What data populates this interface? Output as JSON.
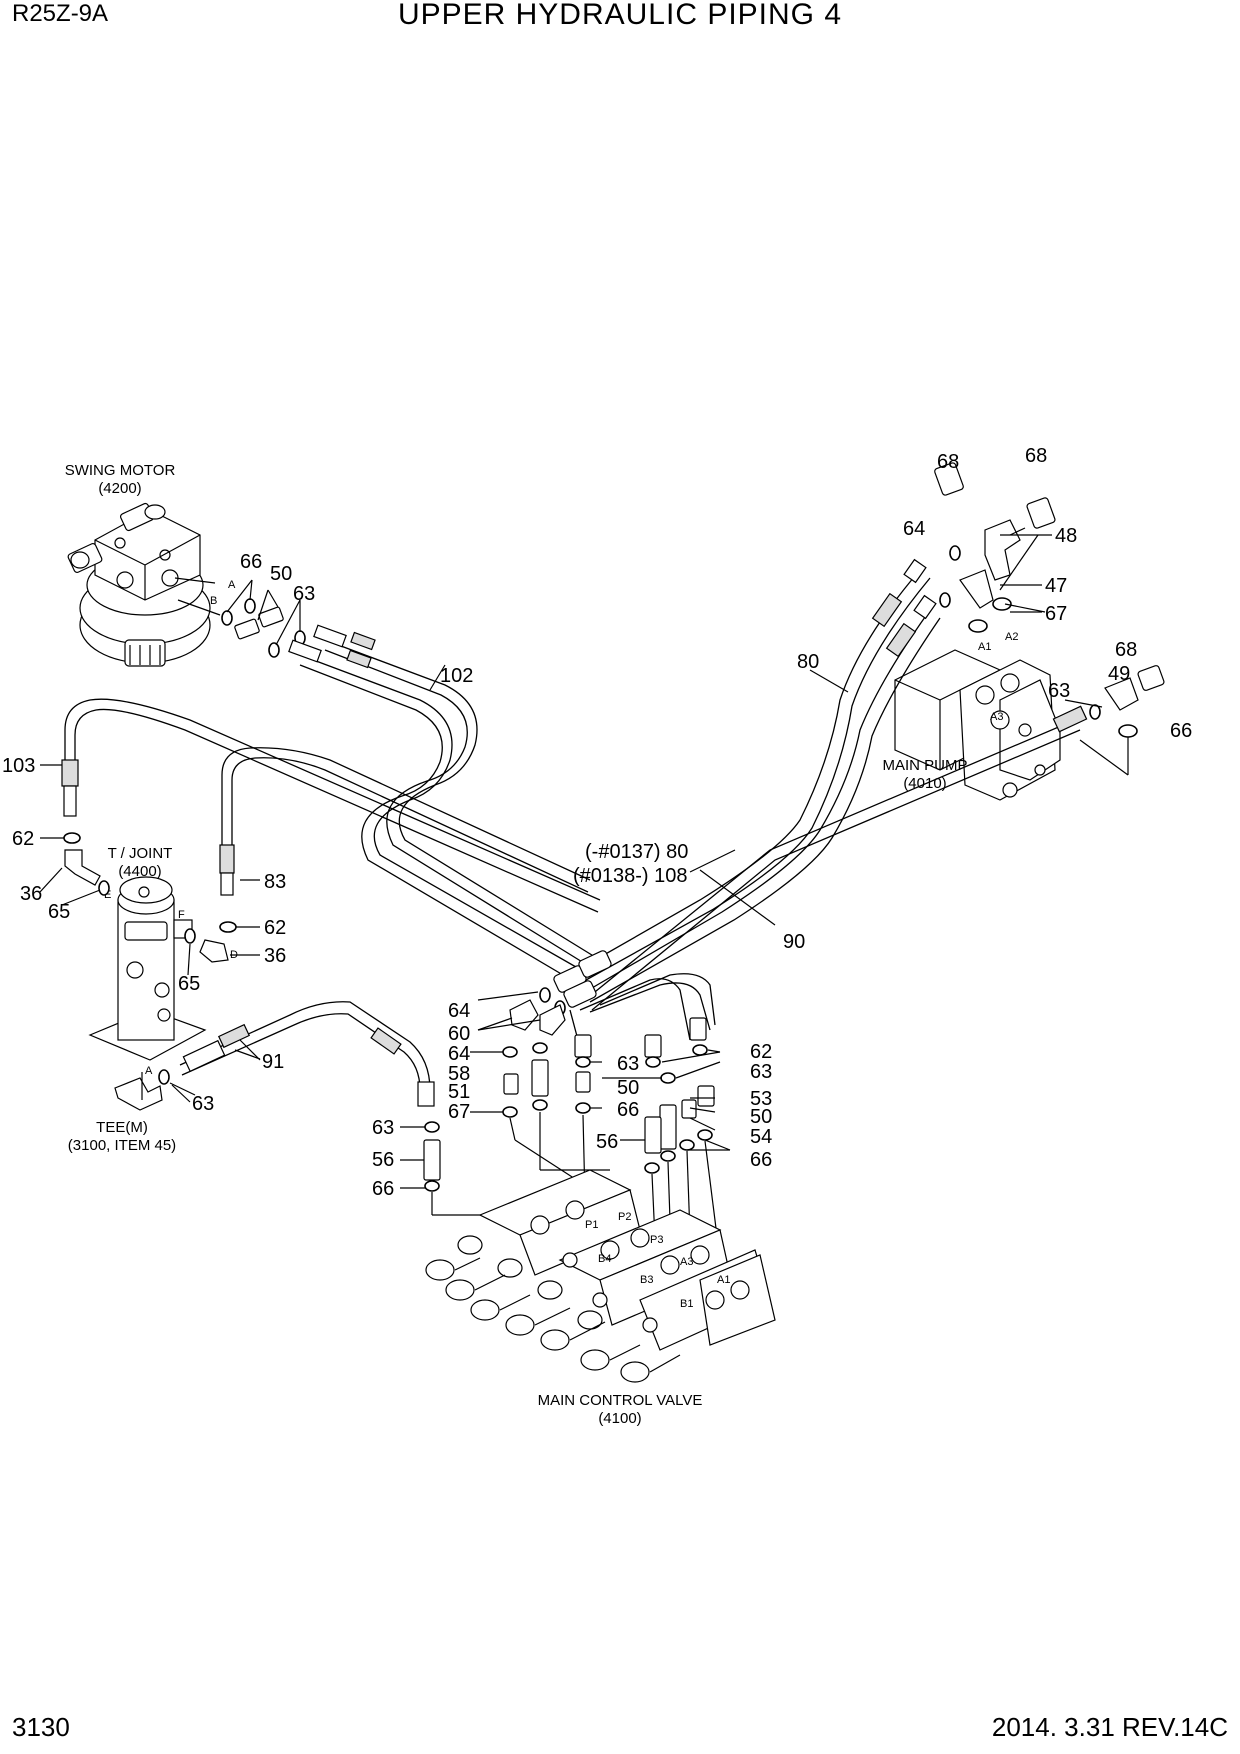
{
  "header": {
    "model": "R25Z-9A",
    "title": "UPPER HYDRAULIC PIPING 4"
  },
  "footer": {
    "page_number": "3130",
    "revision": "2014. 3.31  REV.14C"
  },
  "assemblies": {
    "swing_motor": {
      "name": "SWING MOTOR",
      "ref": "(4200)"
    },
    "main_pump": {
      "name": "MAIN PUMP",
      "ref": "(4010)"
    },
    "t_joint": {
      "name": "T / JOINT",
      "ref": "(4400)"
    },
    "tee": {
      "name": "TEE(M)",
      "ref": "(3100, ITEM 45)"
    },
    "main_control_valve": {
      "name": "MAIN CONTROL VALVE",
      "ref": "(4100)"
    }
  },
  "ports": [
    "A",
    "B",
    "A1",
    "A2",
    "A3",
    "E",
    "F",
    "D",
    "A",
    "P1",
    "P2",
    "P3",
    "B4",
    "B3",
    "A3",
    "B1",
    "A1"
  ],
  "callouts": {
    "c68a": "68",
    "c68b": "68",
    "c64a": "64",
    "c48": "48",
    "c47": "47",
    "c67a": "67",
    "c80a": "80",
    "c68c": "68",
    "c49": "49",
    "c63a": "63",
    "c66a": "66",
    "c66b": "66",
    "c50a": "50",
    "c63b": "63",
    "c102": "102",
    "c103": "103",
    "c62a": "62",
    "c36a": "36",
    "c65a": "65",
    "c83": "83",
    "c62b": "62",
    "c36b": "36",
    "c65b": "65",
    "c80b": "(-#0137) 80",
    "c108": "(#0138-) 108",
    "c90": "90",
    "c91": "91",
    "c63c": "63",
    "c64b": "64",
    "c60": "60",
    "c64c": "64",
    "c58": "58",
    "c51": "51",
    "c67b": "67",
    "c63d": "63",
    "c50b": "50",
    "c66c": "66",
    "c62c": "62",
    "c63e": "63",
    "c53": "53",
    "c50c": "50",
    "c54": "54",
    "c56a": "56",
    "c66d": "66",
    "c63f": "63",
    "c56b": "56",
    "c66e": "66"
  }
}
